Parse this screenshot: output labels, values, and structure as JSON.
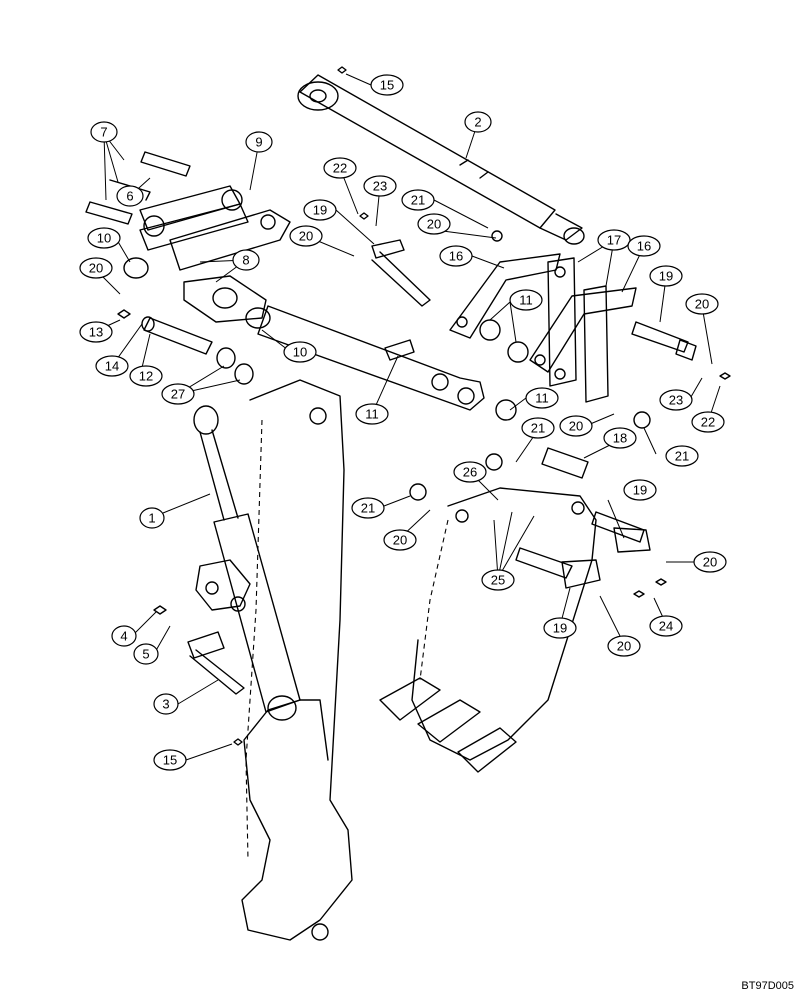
{
  "diagram": {
    "reference_code": "BT97D005",
    "callouts": [
      {
        "label": "15"
      },
      {
        "label": "2"
      },
      {
        "label": "7"
      },
      {
        "label": "6"
      },
      {
        "label": "9"
      },
      {
        "label": "22"
      },
      {
        "label": "23"
      },
      {
        "label": "19"
      },
      {
        "label": "21"
      },
      {
        "label": "20"
      },
      {
        "label": "20"
      },
      {
        "label": "16"
      },
      {
        "label": "17"
      },
      {
        "label": "16"
      },
      {
        "label": "19"
      },
      {
        "label": "10"
      },
      {
        "label": "8"
      },
      {
        "label": "20"
      },
      {
        "label": "11"
      },
      {
        "label": "20"
      },
      {
        "label": "13"
      },
      {
        "label": "14"
      },
      {
        "label": "12"
      },
      {
        "label": "10"
      },
      {
        "label": "27"
      },
      {
        "label": "11"
      },
      {
        "label": "11"
      },
      {
        "label": "23"
      },
      {
        "label": "22"
      },
      {
        "label": "20"
      },
      {
        "label": "21"
      },
      {
        "label": "18"
      },
      {
        "label": "21"
      },
      {
        "label": "26"
      },
      {
        "label": "19"
      },
      {
        "label": "1"
      },
      {
        "label": "21"
      },
      {
        "label": "20"
      },
      {
        "label": "25"
      },
      {
        "label": "20"
      },
      {
        "label": "24"
      },
      {
        "label": "19"
      },
      {
        "label": "20"
      },
      {
        "label": "4"
      },
      {
        "label": "5"
      },
      {
        "label": "3"
      },
      {
        "label": "15"
      }
    ]
  }
}
